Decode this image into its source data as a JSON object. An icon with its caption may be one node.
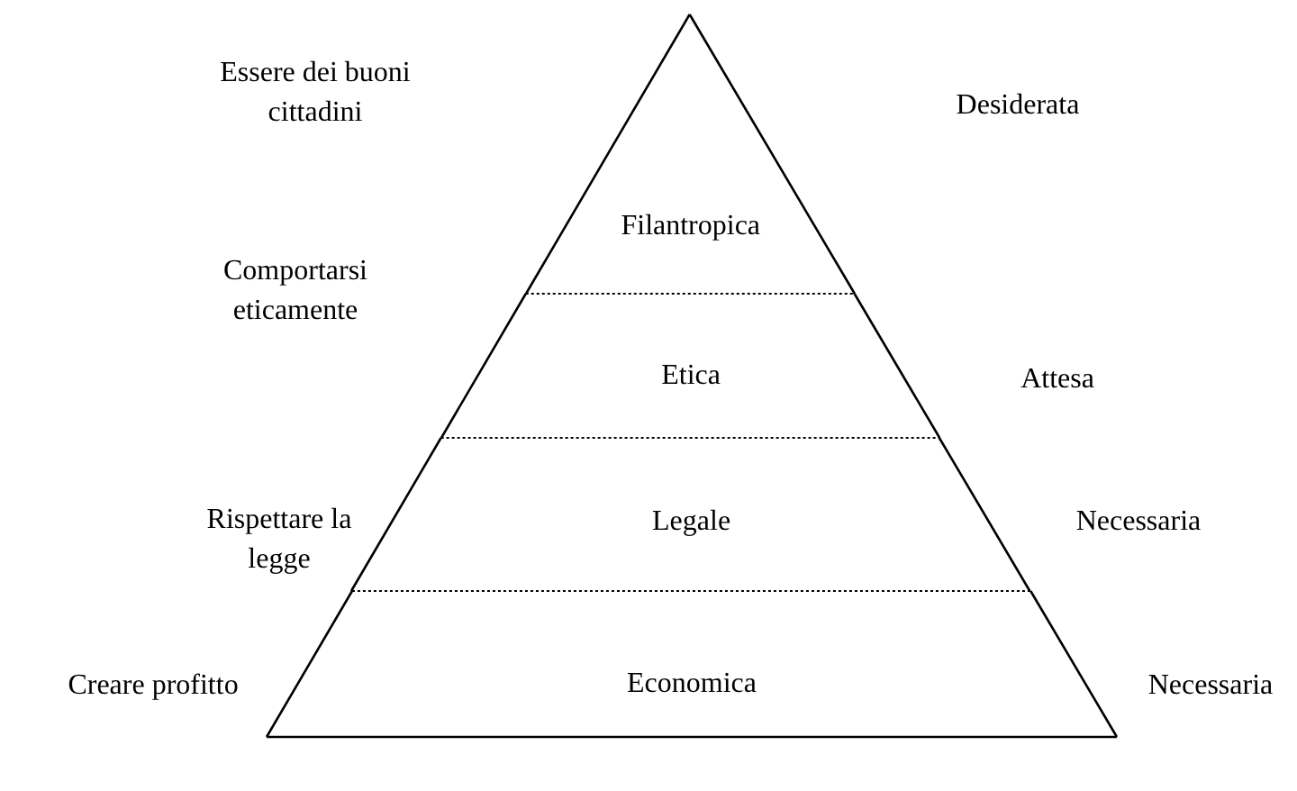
{
  "diagram": {
    "nodes": [
      {
        "text": [
          "Filantropica"
        ],
        "beside": [
          "Essere dei buoni cittadini",
          "Desiderata"
        ]
      },
      {
        "text": [
          "Etica"
        ],
        "beside": [
          "Comportarsi eticamente",
          "Attesa"
        ]
      },
      {
        "text": [
          "Legale"
        ],
        "beside": [
          "Rispettare la legge",
          "Necessaria"
        ]
      },
      {
        "text": [
          "Economica"
        ],
        "beside": [
          "Creare profitto",
          "Necessaria"
        ]
      }
    ],
    "edges": []
  }
}
